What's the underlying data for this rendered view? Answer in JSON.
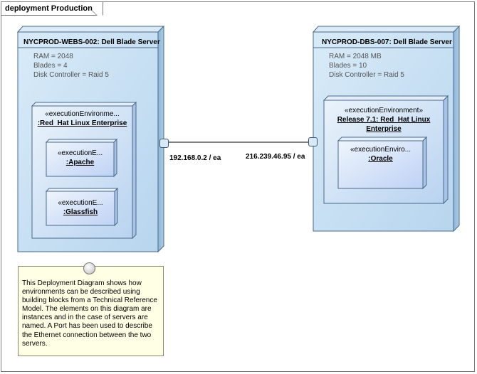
{
  "frame": {
    "label": "deployment Production"
  },
  "nodes": {
    "webs": {
      "title": "NYCPROD-WEBS-002: Dell Blade Server",
      "props": [
        "RAM = 2048",
        "Blades = 4",
        "Disk Controller = Raid 5"
      ],
      "env": {
        "stereotype": "«executionEnvironme...",
        "name": ":Red_Hat Linux Enterprise"
      },
      "children": [
        {
          "stereotype": "«executionE...",
          "name": ":Apache"
        },
        {
          "stereotype": "«executionE...",
          "name": ":Glassfish"
        }
      ]
    },
    "dbs": {
      "title": "NYCPROD-DBS-007: Dell Blade Server",
      "props": [
        "RAM = 2048 MB",
        "Blades = 10",
        "Disk Controller = Raid 5"
      ],
      "env": {
        "stereotype": "«executionEnvironment»",
        "name_line1": "Release 7.1: Red_Hat Linux",
        "name_line2": "Enterprise"
      },
      "children": [
        {
          "stereotype": "«executionEnviro...",
          "name": ":Oracle"
        }
      ]
    }
  },
  "ports": {
    "left_label": "192.168.0.2 / ea",
    "right_label": "216.239.46.95 / ea"
  },
  "note": {
    "text": "This Deployment Diagram shows how environments can be described using building blocks from a Technical Reference Model. The elements on this diagram are instances and in the case of servers are named. A Port has been used to describe the Ethernet connection between the two servers."
  },
  "colors": {
    "node_fill": "#c6dff3",
    "node_side": "#a9cbe6",
    "node_border": "#4a6a8a",
    "note_fill": "#ffffe6"
  }
}
